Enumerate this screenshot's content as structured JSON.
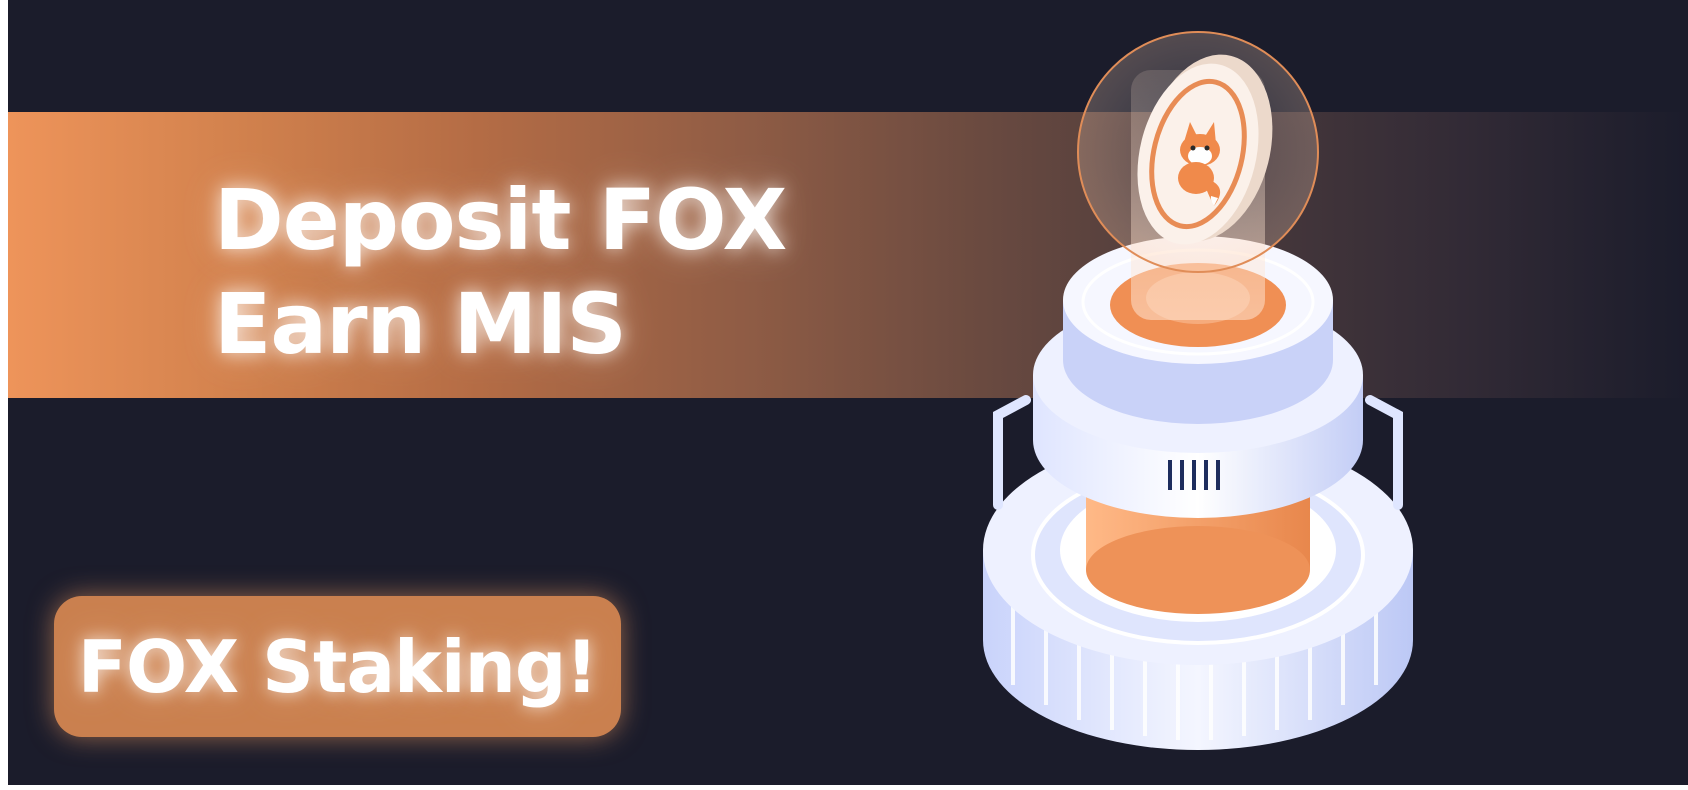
{
  "headline": {
    "line1": "Deposit FOX",
    "line2": "Earn MIS"
  },
  "cta": {
    "label": "FOX Staking!"
  },
  "colors": {
    "background": "#1b1c2b",
    "accent_orange": "#ee945a",
    "button": "#ca804f",
    "machine_light": "#e4e9ff",
    "machine_shade": "#b8c4f2",
    "core_orange": "#f09a60"
  },
  "icons": {
    "coin": "fox-coin-icon",
    "machine": "staking-machine-illustration"
  }
}
